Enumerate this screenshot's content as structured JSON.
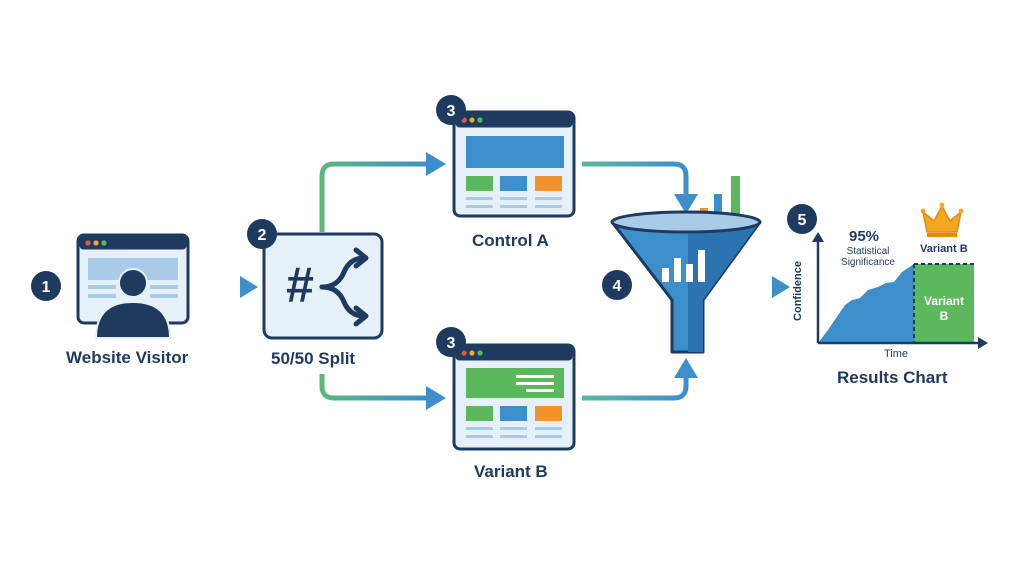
{
  "steps": [
    {
      "number": "1",
      "label": "Website Visitor"
    },
    {
      "number": "2",
      "label": "50/50 Split"
    },
    {
      "number": "3",
      "label": "Control A"
    },
    {
      "number": "3",
      "label": "Variant B"
    },
    {
      "number": "4",
      "label": ""
    },
    {
      "number": "5",
      "label": "Results Chart"
    }
  ],
  "split_symbol": "#",
  "results": {
    "percent": "95%",
    "significance_line1": "Statistical",
    "significance_line2": "Significance",
    "winner_label": "Variant B",
    "winner_box_line1": "Variant",
    "winner_box_line2": "B",
    "x_axis": "Time",
    "y_axis": "Confidence"
  },
  "colors": {
    "navy": "#1e3a5f",
    "blue": "#3d8fcc",
    "green": "#5cb85c",
    "orange": "#f0932b",
    "light_panel": "#e6f0f8",
    "arrow_teal": "#4aa88e",
    "arrow_blue": "#3d8fcc",
    "gold": "#f5a623"
  },
  "icons": [
    "user-icon",
    "split-arrows-icon",
    "browser-window-icon",
    "funnel-icon",
    "bar-chart-icon",
    "crown-icon"
  ]
}
